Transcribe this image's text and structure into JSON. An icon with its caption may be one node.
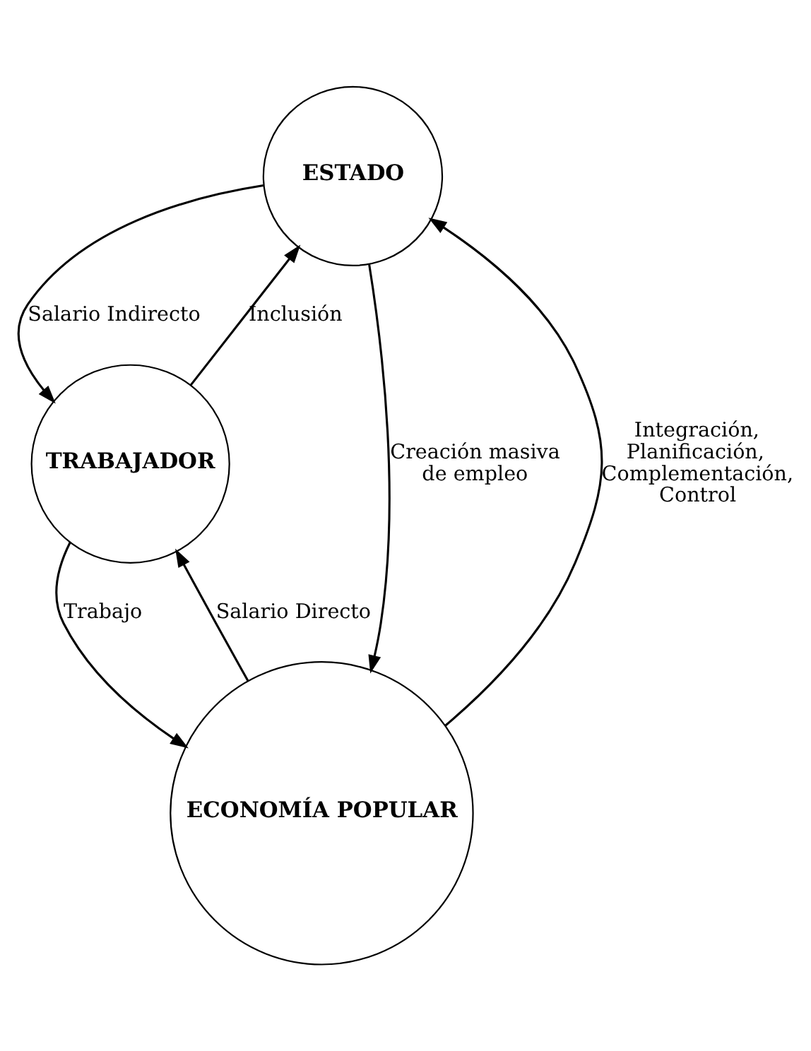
{
  "diagram": {
    "nodes": [
      {
        "text": [
          "ESTADO"
        ]
      },
      {
        "text": [
          "TRABAJADOR"
        ]
      },
      {
        "text": [
          "ECONOMÍA POPULAR"
        ]
      }
    ],
    "edges": [
      {
        "from": 0,
        "to": 1,
        "arrow": "to",
        "label": "Salario Indirecto"
      },
      {
        "from": 1,
        "to": 0,
        "arrow": "to",
        "label": "Inclusión"
      },
      {
        "from": 1,
        "to": 2,
        "arrow": "to",
        "label": "Trabajo"
      },
      {
        "from": 2,
        "to": 1,
        "arrow": "to",
        "label": "Salario Directo"
      },
      {
        "from": 0,
        "to": 2,
        "arrow": "to",
        "label": "Creación masiva de empleo"
      },
      {
        "from": 2,
        "to": 0,
        "arrow": "to",
        "label": "Integración, Planificación, Complementación, Control"
      }
    ]
  }
}
